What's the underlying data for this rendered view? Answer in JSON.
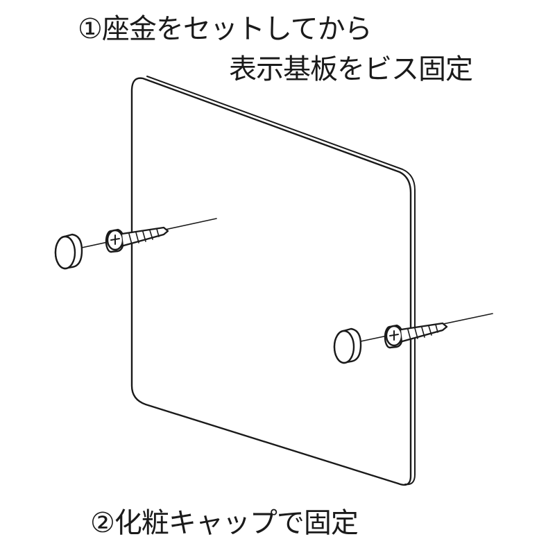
{
  "instructions": {
    "step1_line1": "①座金をセットしてから",
    "step1_line2": "表示基板をビス固定",
    "step2_line1": "②化粧キャップで固定"
  },
  "colors": {
    "line": "#1a1a1a",
    "background": "#ffffff"
  },
  "icons": [
    "display-board-icon",
    "screw-icon",
    "washer-icon",
    "decorative-cap-icon"
  ]
}
